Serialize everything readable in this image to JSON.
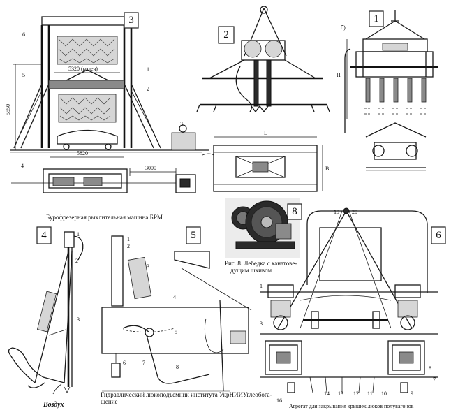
{
  "panels": [
    {
      "id": "3",
      "caption": "Бурофрезерная рыхлительная машина БРМ",
      "dims": [
        "5320 (колея)",
        "5550",
        "5820",
        "3000"
      ],
      "callouts": [
        "6",
        "5",
        "1",
        "2",
        "3",
        "4"
      ]
    },
    {
      "id": "2",
      "caption": "",
      "dims": [
        "L",
        "B"
      ],
      "callouts": []
    },
    {
      "id": "1",
      "caption": "",
      "dims": [
        "H"
      ],
      "callouts": [
        "б)"
      ]
    },
    {
      "id": "8",
      "caption": "Рис. 8. Лебедка с канатове-\nдущим шкивом",
      "dims": [],
      "callouts": []
    },
    {
      "id": "4",
      "caption": "",
      "dims": [],
      "callouts": [
        "1",
        "2",
        "3"
      ],
      "label": "Воздух"
    },
    {
      "id": "5",
      "caption": "Гидравлический люкоподъемник института УкрНИИУглеобога-\nщение",
      "dims": [],
      "callouts": [
        "1",
        "2",
        "3",
        "4",
        "5",
        "6",
        "7",
        "8"
      ]
    },
    {
      "id": "6",
      "caption": "Агрегат для закрывания крышек люков полувагонов",
      "dims": [],
      "callouts": [
        "19",
        "20",
        "1",
        "3",
        "16",
        "14",
        "13",
        "12",
        "11",
        "10",
        "9",
        "8",
        "7"
      ]
    }
  ]
}
